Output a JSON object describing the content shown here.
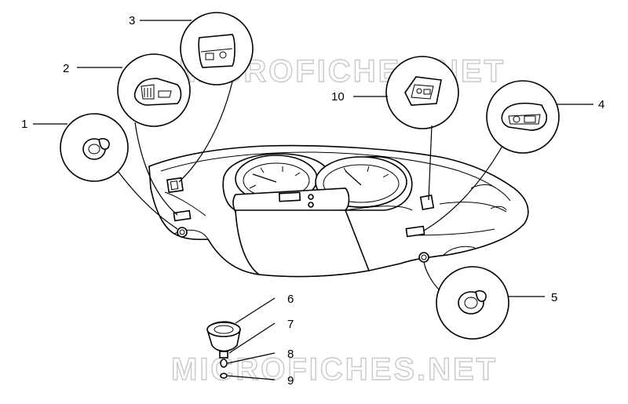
{
  "watermark": {
    "top": "MICROFICHES.NET",
    "bottom": "MICROFICHES.NET"
  },
  "callouts": [
    {
      "id": "1",
      "label": "1"
    },
    {
      "id": "2",
      "label": "2"
    },
    {
      "id": "3",
      "label": "3"
    },
    {
      "id": "4",
      "label": "4"
    },
    {
      "id": "5",
      "label": "5"
    },
    {
      "id": "6",
      "label": "6"
    },
    {
      "id": "7",
      "label": "7"
    },
    {
      "id": "8",
      "label": "8"
    },
    {
      "id": "9",
      "label": "9"
    },
    {
      "id": "10",
      "label": "10"
    }
  ],
  "colors": {
    "line": "#000000",
    "watermark_outline": "#c9c9c9",
    "background": "#ffffff"
  }
}
